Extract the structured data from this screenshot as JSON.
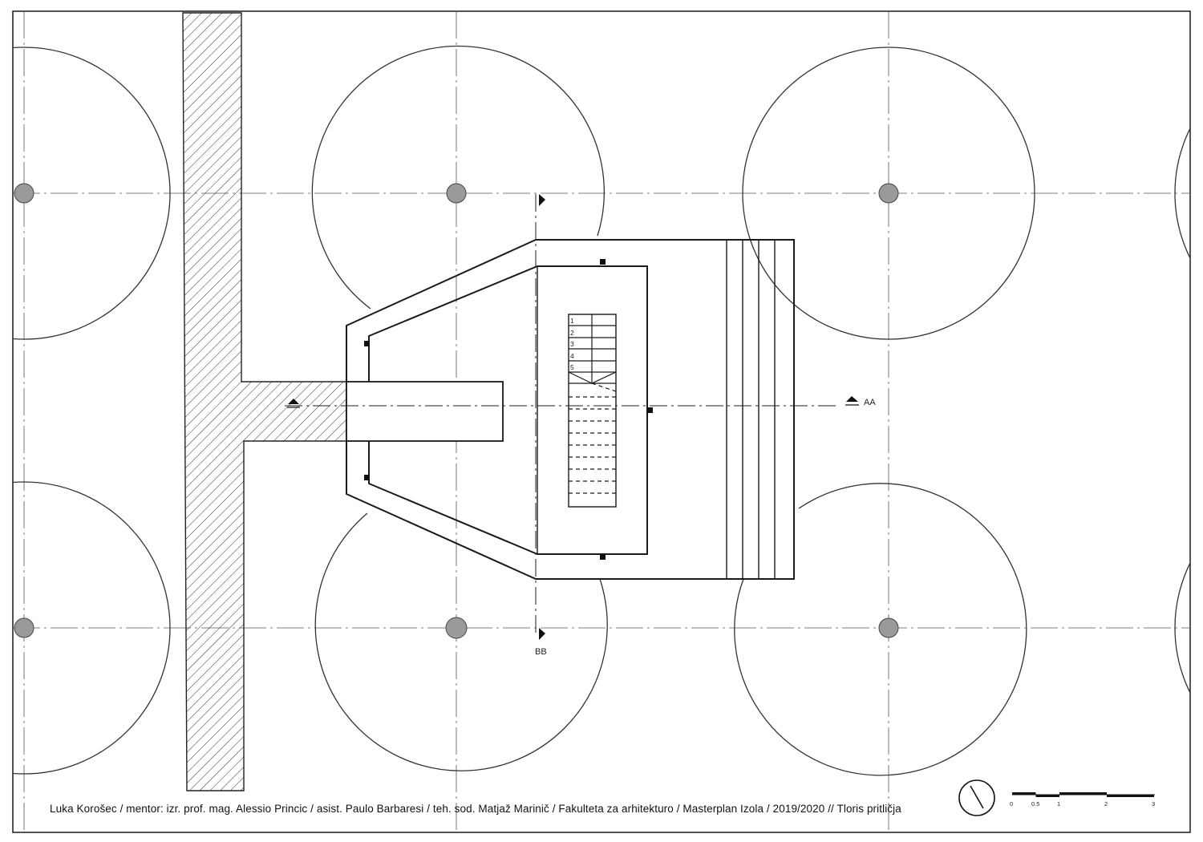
{
  "drawing": {
    "section_labels": {
      "aa": "AA",
      "bb": "BB"
    },
    "step_numbers": [
      "1",
      "2",
      "3",
      "4",
      "5"
    ],
    "scale_bar": {
      "labels": [
        "0",
        "0.5",
        "1",
        "2",
        "3"
      ],
      "values": [
        0,
        0.5,
        1,
        2,
        3
      ]
    },
    "caption": "Luka Korošec / mentor: izr. prof. mag. Alessio Princic / asist. Paulo Barbaresi / teh. sod. Matjaž Marinič / Fakulteta za arhitekturo / Masterplan Izola / 2019/2020 // Tloris pritličja"
  },
  "colors": {
    "ink": "#1a1a1a",
    "grid": "#555555",
    "tree_trunk": "#9a9a9a"
  }
}
